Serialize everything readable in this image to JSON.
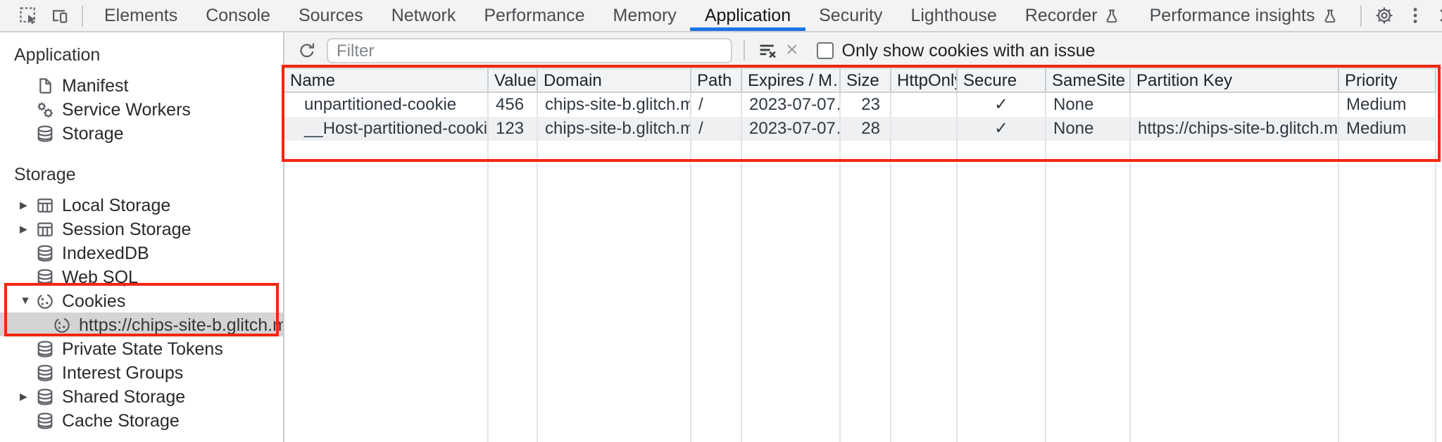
{
  "tabbar": {
    "left_icons": {
      "inspect": "inspect-icon",
      "device": "device-toolbar-icon"
    },
    "tabs": [
      {
        "label": "Elements"
      },
      {
        "label": "Console"
      },
      {
        "label": "Sources"
      },
      {
        "label": "Network"
      },
      {
        "label": "Performance"
      },
      {
        "label": "Memory"
      },
      {
        "label": "Application",
        "active": true
      },
      {
        "label": "Security"
      },
      {
        "label": "Lighthouse"
      },
      {
        "label": "Recorder",
        "icon": "flask-icon"
      },
      {
        "label": "Performance insights",
        "icon": "flask-icon"
      }
    ],
    "right_icons": {
      "settings": "gear-icon",
      "more": "more-vert-icon",
      "close": "close-icon"
    }
  },
  "sidebar": {
    "sections": [
      {
        "title": "Application",
        "items": [
          {
            "label": "Manifest",
            "icon": "manifest-icon"
          },
          {
            "label": "Service Workers",
            "icon": "service-workers-icon"
          },
          {
            "label": "Storage",
            "icon": "database-icon"
          }
        ]
      },
      {
        "title": "Storage",
        "items": [
          {
            "label": "Local Storage",
            "icon": "table-icon",
            "arrow": "right"
          },
          {
            "label": "Session Storage",
            "icon": "table-icon",
            "arrow": "right"
          },
          {
            "label": "IndexedDB",
            "icon": "database-icon"
          },
          {
            "label": "Web SQL",
            "icon": "database-icon"
          },
          {
            "label": "Cookies",
            "icon": "cookie-icon",
            "arrow": "down"
          },
          {
            "label": "https://chips-site-b.glitch.me",
            "icon": "cookie-icon",
            "child": true,
            "selected": true
          },
          {
            "label": "Private State Tokens",
            "icon": "database-icon"
          },
          {
            "label": "Interest Groups",
            "icon": "database-icon"
          },
          {
            "label": "Shared Storage",
            "icon": "database-icon",
            "arrow": "right"
          },
          {
            "label": "Cache Storage",
            "icon": "database-icon"
          }
        ]
      }
    ]
  },
  "toolbar": {
    "refresh_icon": "refresh-icon",
    "filter_placeholder": "Filter",
    "filter_value": "",
    "clear_filter_icon": "clear-filter-icon",
    "delete_icon": "x-icon",
    "checkbox_checked": false,
    "checkbox_label": "Only show cookies with an issue"
  },
  "cookie_table": {
    "columns": [
      "Name",
      "Value",
      "Domain",
      "Path",
      "Expires / M…",
      "Size",
      "HttpOnly",
      "Secure",
      "SameSite",
      "Partition Key",
      "Priority"
    ],
    "rows": [
      {
        "name": "unpartitioned-cookie",
        "value": "456",
        "domain": "chips-site-b.glitch.me",
        "path": "/",
        "expires": "2023-07-07…",
        "size": "23",
        "http_only": "",
        "secure": "✓",
        "same_site": "None",
        "partition_key": "",
        "priority": "Medium"
      },
      {
        "name": "__Host-partitioned-cookie",
        "value": "123",
        "domain": "chips-site-b.glitch.me",
        "path": "/",
        "expires": "2023-07-07…",
        "size": "28",
        "http_only": "",
        "secure": "✓",
        "same_site": "None",
        "partition_key": "https://chips-site-b.glitch.me",
        "priority": "Medium"
      }
    ]
  },
  "annotations": {
    "highlight_color": "#f5260d"
  }
}
